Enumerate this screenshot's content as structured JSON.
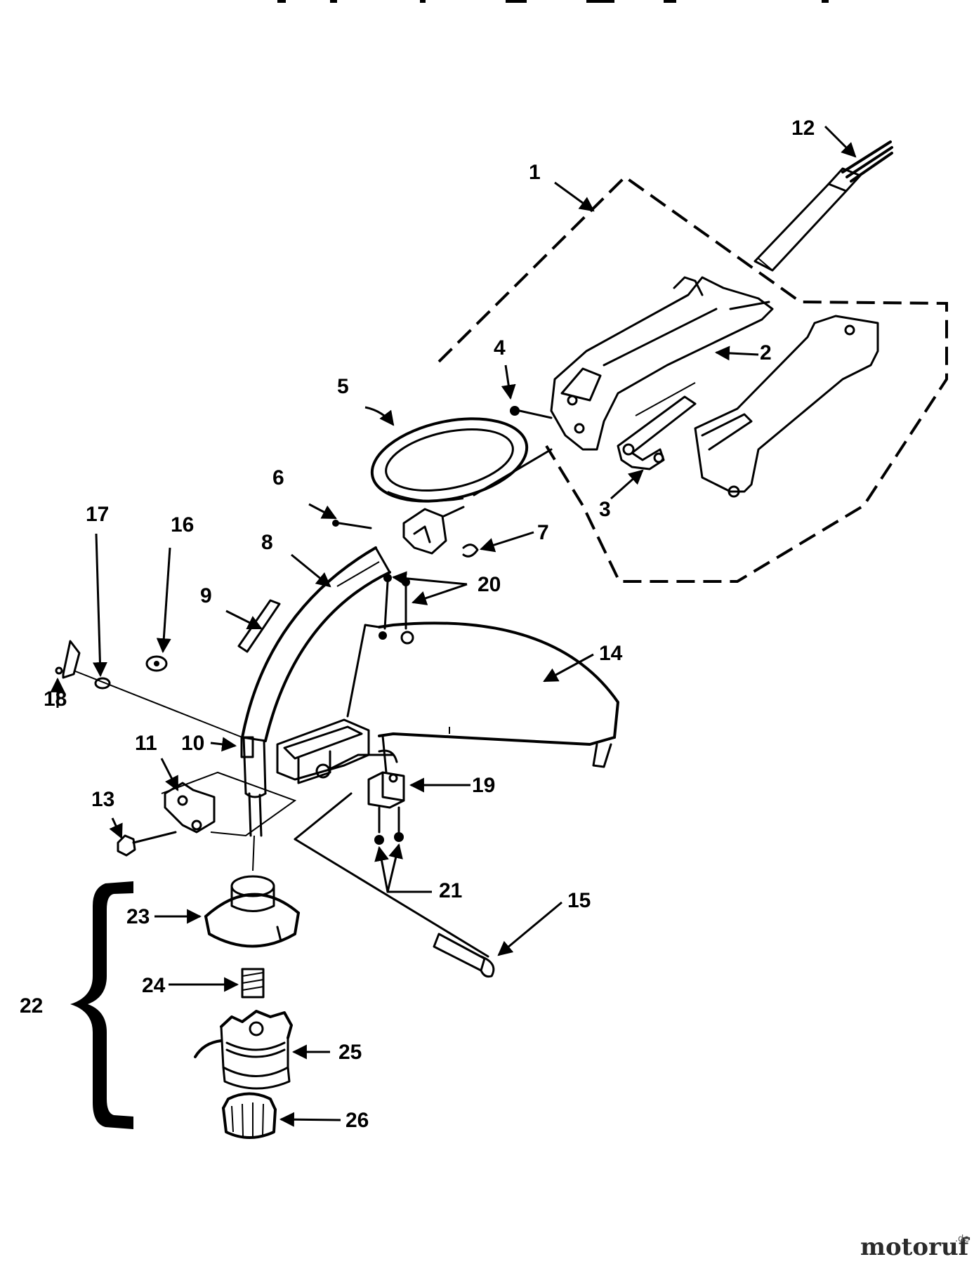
{
  "diagram": {
    "callouts": [
      {
        "id": "c1",
        "text": "1"
      },
      {
        "id": "c2",
        "text": "2"
      },
      {
        "id": "c3",
        "text": "3"
      },
      {
        "id": "c4",
        "text": "4"
      },
      {
        "id": "c5",
        "text": "5"
      },
      {
        "id": "c6",
        "text": "6"
      },
      {
        "id": "c7",
        "text": "7"
      },
      {
        "id": "c8",
        "text": "8"
      },
      {
        "id": "c9",
        "text": "9"
      },
      {
        "id": "c10",
        "text": "10"
      },
      {
        "id": "c11",
        "text": "11"
      },
      {
        "id": "c12",
        "text": "12"
      },
      {
        "id": "c13",
        "text": "13"
      },
      {
        "id": "c14",
        "text": "14"
      },
      {
        "id": "c15",
        "text": "15"
      },
      {
        "id": "c16",
        "text": "16"
      },
      {
        "id": "c17",
        "text": "17"
      },
      {
        "id": "c18",
        "text": "18"
      },
      {
        "id": "c19",
        "text": "19"
      },
      {
        "id": "c20",
        "text": "20"
      },
      {
        "id": "c21",
        "text": "21"
      },
      {
        "id": "c22",
        "text": "22"
      },
      {
        "id": "c23",
        "text": "23"
      },
      {
        "id": "c24",
        "text": "24"
      },
      {
        "id": "c25",
        "text": "25"
      },
      {
        "id": "c26",
        "text": "26"
      }
    ]
  },
  "watermark": {
    "brand_main": "motoruf",
    "brand_suffix": ".de"
  }
}
